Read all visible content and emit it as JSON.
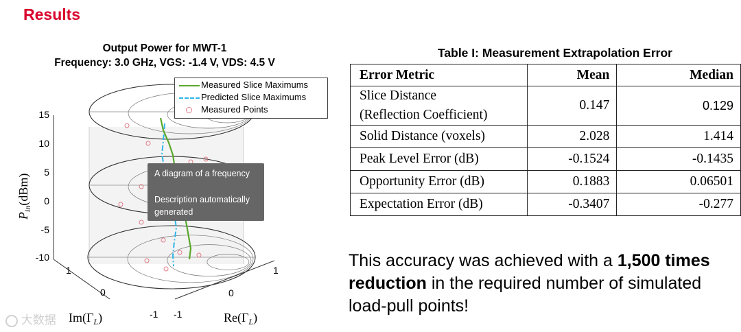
{
  "heading": "Results",
  "plot": {
    "title_line1": "Output Power for MWT-1",
    "title_line2": "Frequency: 3.0 GHz, VGS: -1.4 V, VDS: 4.5 V",
    "y_axis_label_main": "P",
    "y_axis_label_sub": "in",
    "y_axis_unit": "(dBm)",
    "z_ticks": [
      "15",
      "10",
      "5",
      "0",
      "-5",
      "-10"
    ],
    "im_axis_label": "Im(Γ",
    "im_axis_sub": "L",
    "re_axis_label": "Re(Γ",
    "re_axis_sub": "L",
    "left_axis_ticks": [
      "1",
      "0",
      "-1"
    ],
    "right_axis_ticks": [
      "-1",
      "0",
      "1"
    ],
    "legend": [
      {
        "label": "Measured Slice Maximums",
        "color": "#5aa82c",
        "style": "solid"
      },
      {
        "label": "Predicted Slice Maximums",
        "color": "#2fb5e8",
        "style": "dashdot"
      },
      {
        "label": "Measured Points",
        "color": "#e07a86",
        "style": "marker"
      }
    ],
    "tooltip_line1": "A diagram of a frequency",
    "tooltip_line2": "Description automatically generated"
  },
  "table": {
    "caption": "Table I:  Measurement Extrapolation Error",
    "headers": [
      "Error Metric",
      "Mean",
      "Median"
    ],
    "rows": [
      {
        "metric": "Slice Distance",
        "metric2": "(Reflection Coefficient)",
        "mean": "0.147",
        "median": "0.129"
      },
      {
        "metric": "Solid Distance (voxels)",
        "mean": "2.028",
        "median": "1.414"
      },
      {
        "metric": "Peak Level Error (dB)",
        "mean": "-0.1524",
        "median": "-0.1435"
      },
      {
        "metric": "Opportunity Error (dB)",
        "mean": "0.1883",
        "median": "0.06501"
      },
      {
        "metric": "Expectation Error (dB)",
        "mean": "-0.3407",
        "median": "-0.277"
      }
    ]
  },
  "note": {
    "part1": "This accuracy was achieved with a ",
    "bold1": "1,500 times reduction",
    "part2": " in the required number of simulated load-pull points!"
  },
  "watermark": "大数据"
}
